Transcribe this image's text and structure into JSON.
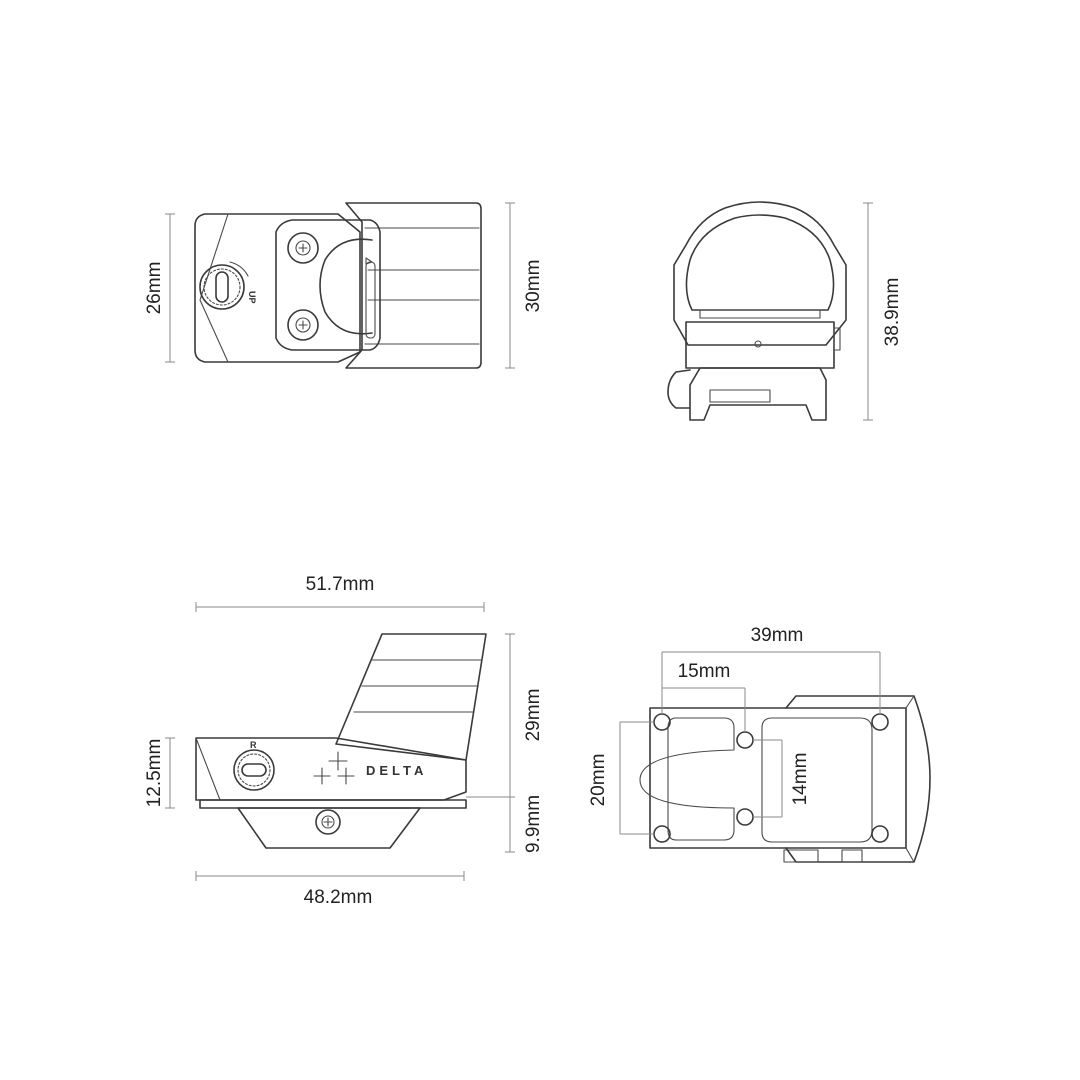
{
  "diagram": {
    "top_view": {
      "width_label": "26mm",
      "length_label": "30mm",
      "dial_mark_up": "UP"
    },
    "front_view": {
      "height_label": "38.9mm"
    },
    "side_view": {
      "total_length_label": "51.7mm",
      "total_height_label": "29mm",
      "body_height_label": "12.5mm",
      "mount_height_label": "9.9mm",
      "base_length_label": "48.2mm",
      "dial_mark_r": "R",
      "brand_text": "DELTA"
    },
    "footprint_view": {
      "outer_hole_spacing_label": "39mm",
      "inner_hole_spacing_label": "15mm",
      "outer_hole_height_label": "20mm",
      "inner_hole_height_label": "14mm"
    }
  }
}
